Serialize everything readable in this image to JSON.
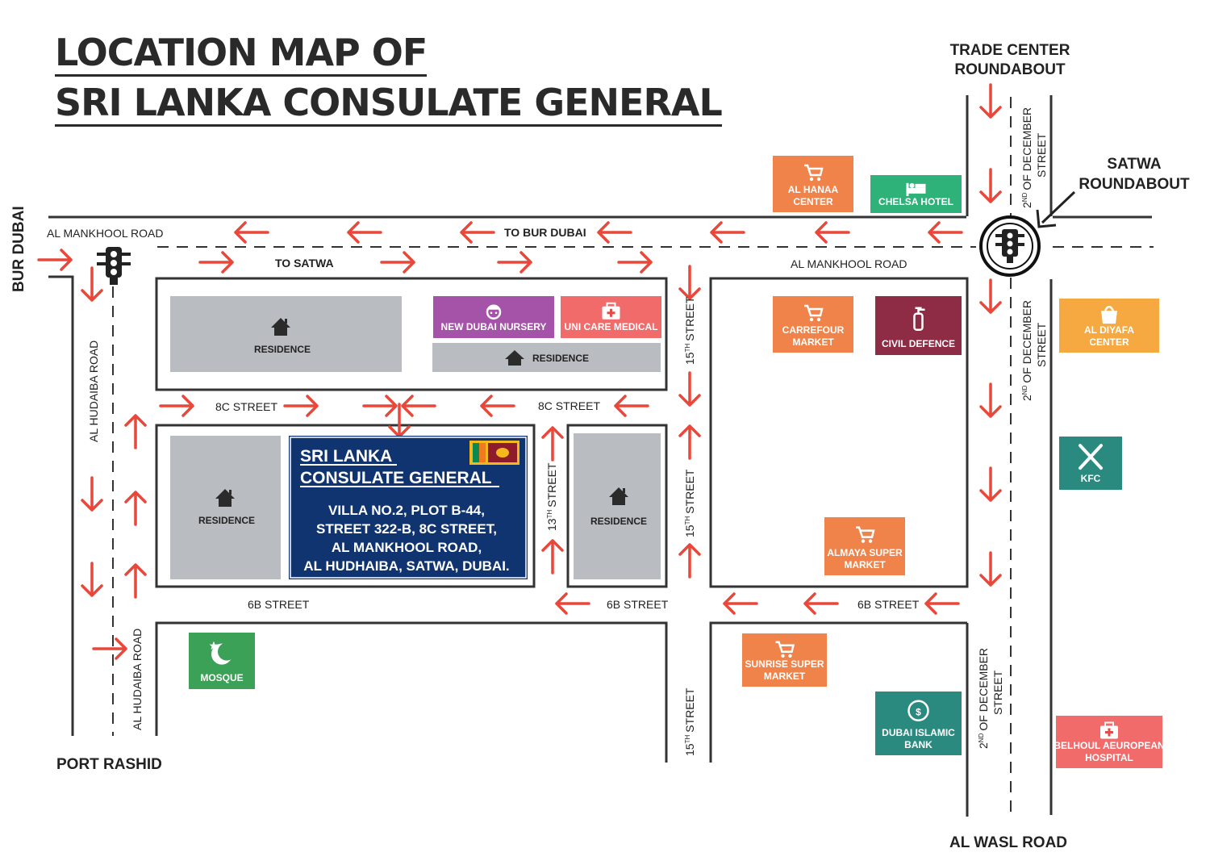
{
  "title": {
    "line1": "LOCATION MAP OF",
    "line2": "SRI LANKA CONSULATE GENERAL"
  },
  "compass_labels": {
    "trade_center": [
      "TRADE CENTER",
      "ROUNDABOUT"
    ],
    "satwa_roundabout": [
      "SATWA",
      "ROUNDABOUT"
    ],
    "bur_dubai": "BUR DUBAI",
    "port_rashid": "PORT RASHID",
    "al_wasl": "AL WASL ROAD"
  },
  "roads": {
    "al_mankhool_left": "AL MANKHOOL ROAD",
    "al_mankhool_right": "AL MANKHOOL ROAD",
    "to_bur_dubai": "TO BUR DUBAI",
    "to_satwa": "TO SATWA",
    "street_8c": "8C STREET",
    "street_6b": "6B STREET",
    "street_15": "15",
    "street_13": "13",
    "ordinal_th": "TH",
    "street_word": "STREET",
    "al_hudaiba": "AL HUDAIBA ROAD",
    "dec2_num": "2",
    "dec2_ord": "ND",
    "dec2_of": "OF DECEMBER",
    "dec2_street": "STREET"
  },
  "blocks": {
    "residence": "RESIDENCE"
  },
  "consulate": {
    "name": [
      "SRI LANKA",
      "CONSULATE GENERAL"
    ],
    "address": [
      "VILLA NO.2, PLOT B-44,",
      "STREET 322-B, 8C STREET,",
      "AL MANKHOOL ROAD,",
      "AL HUDHAIBA, SATWA, DUBAI."
    ]
  },
  "pois": [
    {
      "id": "al-hanaa",
      "icon": "cart-icon",
      "lines": [
        "AL HANAA",
        "CENTER"
      ],
      "color": "#f0834a"
    },
    {
      "id": "chelsa",
      "icon": "bed-icon",
      "lines": [
        "CHELSA HOTEL"
      ],
      "color": "#2fb27a"
    },
    {
      "id": "nursery",
      "icon": "child-icon",
      "lines": [
        "NEW DUBAI NURSERY"
      ],
      "color": "#a453a8"
    },
    {
      "id": "unicare",
      "icon": "medical-kit-icon",
      "lines": [
        "UNI CARE MEDICAL"
      ],
      "color": "#f26b6b"
    },
    {
      "id": "carrefour",
      "icon": "cart-icon",
      "lines": [
        "CARREFOUR",
        "MARKET"
      ],
      "color": "#f0834a"
    },
    {
      "id": "civil",
      "icon": "extinguisher-icon",
      "lines": [
        "CIVIL DEFENCE"
      ],
      "color": "#8e2b45"
    },
    {
      "id": "diyafa",
      "icon": "bag-icon",
      "lines": [
        "AL DIYAFA",
        "CENTER"
      ],
      "color": "#f5a940"
    },
    {
      "id": "kfc",
      "icon": "fork-knife-icon",
      "lines": [
        "KFC"
      ],
      "color": "#2a8a80"
    },
    {
      "id": "almaya",
      "icon": "cart-icon",
      "lines": [
        "ALMAYA SUPER",
        "MARKET"
      ],
      "color": "#f0834a"
    },
    {
      "id": "mosque",
      "icon": "crescent-icon",
      "lines": [
        "MOSQUE"
      ],
      "color": "#3aa156"
    },
    {
      "id": "sunrise",
      "icon": "cart-icon",
      "lines": [
        "SUNRISE SUPER",
        "MARKET"
      ],
      "color": "#f0834a"
    },
    {
      "id": "dib",
      "icon": "dollar-icon",
      "lines": [
        "DUBAI ISLAMIC",
        "BANK"
      ],
      "color": "#2a8a80"
    },
    {
      "id": "belhoul",
      "icon": "medical-kit-icon",
      "lines": [
        "BELHOUL AEUROPEAN",
        "HOSPITAL"
      ],
      "color": "#f26b6b"
    }
  ],
  "colors": {
    "road": "#333333",
    "arrow": "#e8473a",
    "block": "#b9bcc1",
    "consulate": "#0f3470",
    "residence_icon": "#2b2b2b"
  }
}
